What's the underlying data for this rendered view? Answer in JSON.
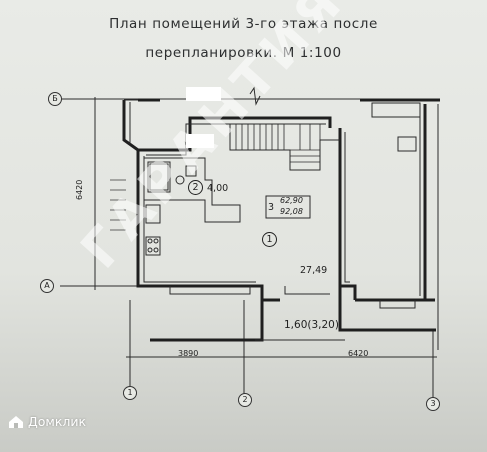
{
  "title": {
    "line1": "План помещений 3-го этажа после",
    "line2": "перепланировки. М 1:100"
  },
  "axes": {
    "rows": [
      "Б",
      "А"
    ],
    "cols": [
      "1",
      "2",
      "3"
    ]
  },
  "dimensions": {
    "height": "6420",
    "bottom_left": "3890",
    "bottom_right": "6420"
  },
  "rooms": {
    "r2_num": "2",
    "r2_area": "4,00",
    "r1_num": "1",
    "r1_area": "27,49",
    "r3_num": "3",
    "r3_top": "62,90",
    "r3_bottom": "92,08",
    "balcony": "1,60(3,20)"
  },
  "watermark": "ГАРАНТИЯ",
  "brand": {
    "name": "Домклик",
    "icon": "house-logo-icon"
  }
}
